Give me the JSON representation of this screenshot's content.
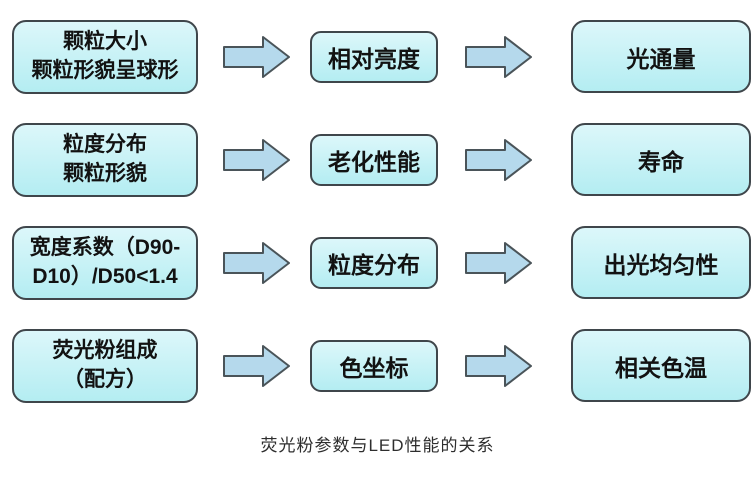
{
  "title": {
    "caption": "荧光粉参数与LED性能的关系"
  },
  "colors": {
    "box_fill_top": "#dcf7fa",
    "box_fill_bottom": "#b4edf2",
    "box_border": "#3f464b",
    "arrow_fill": "#b5d9ec",
    "arrow_border": "#4a5459",
    "text_color": "#121212",
    "caption_color": "#2e2e2e"
  },
  "rows": [
    {
      "source_lines": [
        "颗粒大小",
        "颗粒形貌呈球形"
      ],
      "metric": "相对亮度",
      "result": "光通量"
    },
    {
      "source_lines": [
        "粒度分布",
        "颗粒形貌"
      ],
      "metric": "老化性能",
      "result": "寿命"
    },
    {
      "source_lines": [
        "宽度系数（D90-",
        "D10）/D50<1.4"
      ],
      "metric": "粒度分布",
      "result": "出光均匀性"
    },
    {
      "source_lines": [
        "荧光粉组成",
        "（配方）"
      ],
      "metric": "色坐标",
      "result": "相关色温"
    }
  ]
}
